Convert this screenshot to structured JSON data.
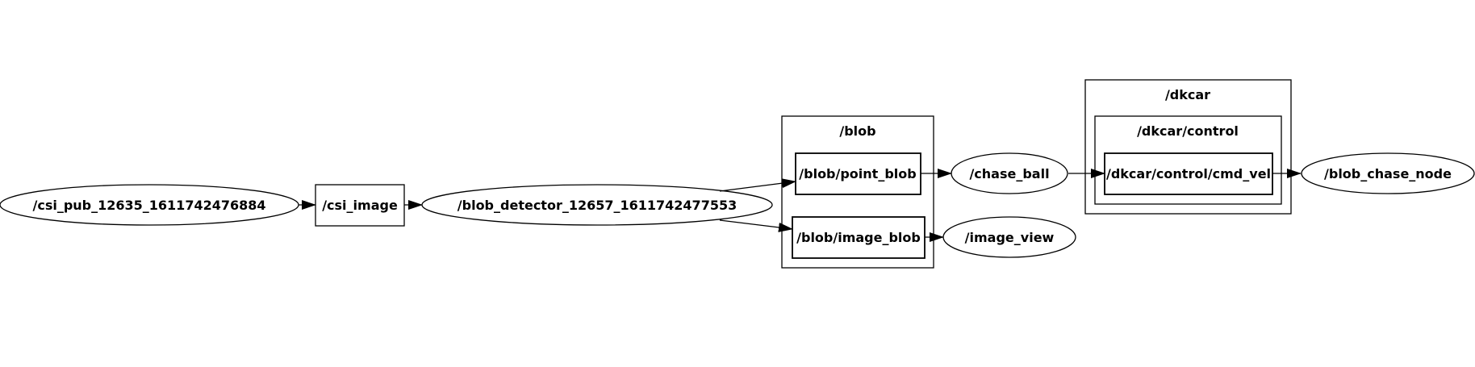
{
  "graph": {
    "nodes": {
      "csi_pub": "/csi_pub_12635_1611742476884",
      "csi_image": "/csi_image",
      "blob_detector": "/blob_detector_12657_1611742477553",
      "point_blob": "/blob/point_blob",
      "image_blob": "/blob/image_blob",
      "chase_ball": "/chase_ball",
      "image_view": "/image_view",
      "cmd_vel": "/dkcar/control/cmd_vel",
      "blob_chase_node": "/blob_chase_node"
    },
    "clusters": {
      "blob": "/blob",
      "dkcar": "/dkcar",
      "dkcar_control": "/dkcar/control"
    },
    "edges": [
      {
        "from": "csi_pub",
        "to": "csi_image"
      },
      {
        "from": "csi_image",
        "to": "blob_detector"
      },
      {
        "from": "blob_detector",
        "to": "point_blob"
      },
      {
        "from": "blob_detector",
        "to": "image_blob"
      },
      {
        "from": "point_blob",
        "to": "chase_ball"
      },
      {
        "from": "image_blob",
        "to": "image_view"
      },
      {
        "from": "chase_ball",
        "to": "cmd_vel"
      },
      {
        "from": "cmd_vel",
        "to": "blob_chase_node"
      }
    ]
  }
}
